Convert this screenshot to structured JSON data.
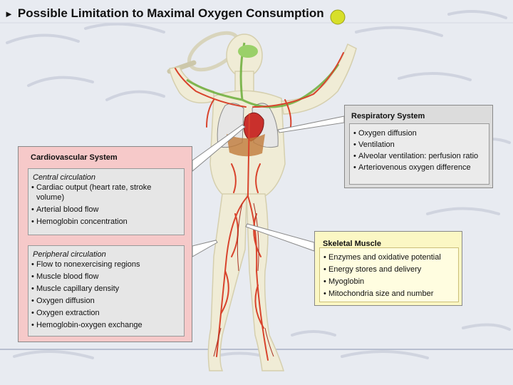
{
  "title": "Possible Limitation to Maximal Oxygen Consumption",
  "respiratory": {
    "heading": "Respiratory System",
    "items": [
      "Oxygen diffusion",
      "Ventilation",
      "Alveolar ventilation: perfusion ratio",
      "Arteriovenous oxygen difference"
    ]
  },
  "cardiovascular": {
    "heading": "Cardiovascular System",
    "central": {
      "label": "Central circulation",
      "items": [
        "Cardiac output (heart rate, stroke volume)",
        "Arterial blood flow",
        "Hemoglobin concentration"
      ]
    },
    "peripheral": {
      "label": "Peripheral circulation",
      "items": [
        "Flow to nonexercising regions",
        "Muscle blood flow",
        "Muscle capillary density",
        "Oxygen diffusion",
        "Oxygen extraction",
        "Hemoglobin-oxygen exchange"
      ]
    }
  },
  "skeletal": {
    "heading": "Skeletal Muscle",
    "items": [
      "Enzymes and oxidative potential",
      "Energy stores and delivery",
      "Myoglobin",
      "Mitochondria size and number"
    ]
  },
  "colors": {
    "cardio_bg": "#f6c9c9",
    "resp_bg": "#dcdcdc",
    "skel_bg": "#fbf7c4",
    "artery": "#d8432c",
    "lung": "#e8e8e8"
  },
  "icons": [
    "bullet-arrow-icon",
    "tennis-ball-icon",
    "tennis-racket-icon"
  ]
}
